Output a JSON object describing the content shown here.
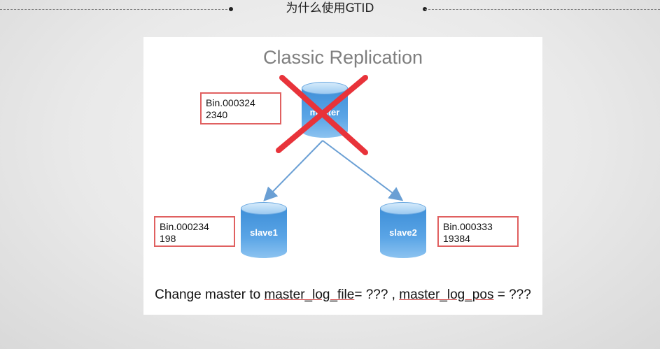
{
  "header": {
    "title": "为什么使用GTID"
  },
  "slide": {
    "title": "Classic Replication",
    "master": {
      "label": "master",
      "binlog_file": "Bin.000324",
      "binlog_pos": "2340"
    },
    "slaves": [
      {
        "label": "slave1",
        "binlog_file": "Bin.000234",
        "binlog_pos": "198"
      },
      {
        "label": "slave2",
        "binlog_file": "Bin.000333",
        "binlog_pos": "19384"
      }
    ],
    "caption": {
      "prefix": "Change master to ",
      "file_key": "master_log_file",
      "middle": "= ??? , ",
      "pos_key": "master_log_pos",
      "suffix": " = ???"
    }
  },
  "colors": {
    "cross": "#e8333a",
    "box_border": "#e06060",
    "arrow": "#6a9fd4",
    "cylinder": "#5ba5e6"
  }
}
